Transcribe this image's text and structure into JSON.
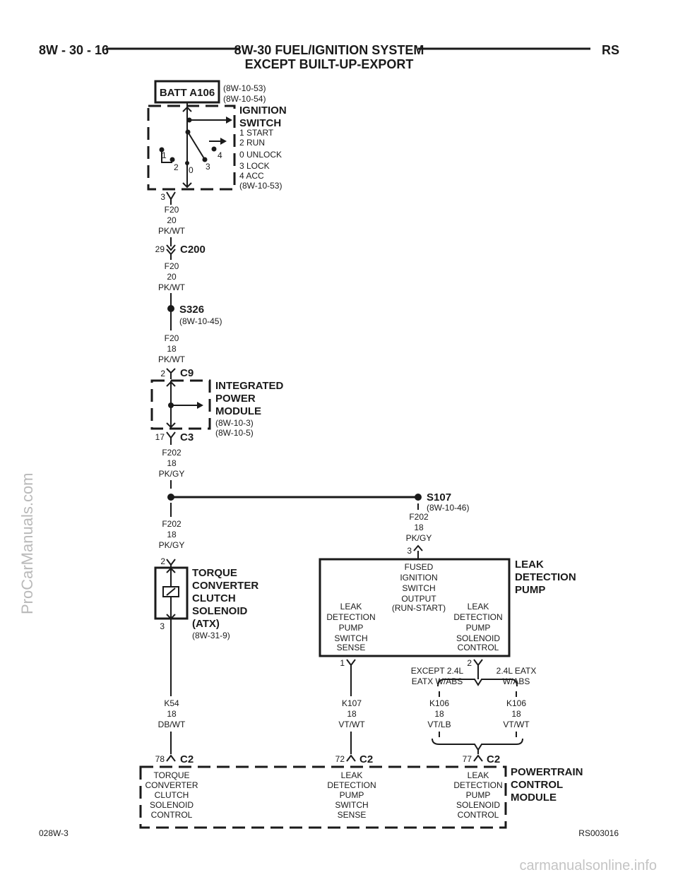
{
  "header": {
    "page_number": "8W - 30 - 16",
    "title_line1": "8W-30 FUEL/IGNITION SYSTEM",
    "title_line2": "EXCEPT BUILT-UP-EXPORT",
    "model_code": "RS"
  },
  "ignition": {
    "batt_label": "BATT A106",
    "batt_refs": [
      "(8W-10-53)",
      "(8W-10-54)"
    ],
    "switch_name": [
      "IGNITION",
      "SWITCH"
    ],
    "positions": [
      "1 START",
      "2 RUN",
      "0 UNLOCK",
      "3 LOCK",
      "4 ACC"
    ],
    "ref": "(8W-10-53)",
    "contact_numbers": [
      "1",
      "2",
      "0",
      "3",
      "4"
    ],
    "output_pin": "3"
  },
  "wire_f20_a": {
    "circuit": "F20",
    "gauge": "20",
    "color": "PK/WT"
  },
  "c200": {
    "pin": "29",
    "name": "C200"
  },
  "wire_f20_b": {
    "circuit": "F20",
    "gauge": "20",
    "color": "PK/WT"
  },
  "s326": {
    "name": "S326",
    "ref": "(8W-10-45)"
  },
  "wire_f20_c": {
    "circuit": "F20",
    "gauge": "18",
    "color": "PK/WT"
  },
  "ipm": {
    "input_pin": "2",
    "input_connector": "C9",
    "name": [
      "INTEGRATED",
      "POWER",
      "MODULE"
    ],
    "refs": [
      "(8W-10-3)",
      "(8W-10-5)"
    ],
    "output_pin": "17",
    "output_connector": "C3"
  },
  "wire_f202_a": {
    "circuit": "F202",
    "gauge": "18",
    "color": "PK/GY"
  },
  "s107": {
    "name": "S107",
    "ref": "(8W-10-46)"
  },
  "wire_f202_b": {
    "circuit": "F202",
    "gauge": "18",
    "color": "PK/GY"
  },
  "wire_f202_c": {
    "circuit": "F202",
    "gauge": "18",
    "color": "PK/GY"
  },
  "tcc": {
    "pin_top": "2",
    "pin_bottom": "3",
    "name": [
      "TORQUE",
      "CONVERTER",
      "CLUTCH",
      "SOLENOID",
      "(ATX)"
    ],
    "ref": "(8W-31-9)"
  },
  "ldp": {
    "input_pin": "3",
    "name": [
      "LEAK",
      "DETECTION",
      "PUMP"
    ],
    "fused_output": [
      "FUSED",
      "IGNITION",
      "SWITCH",
      "OUTPUT",
      "(RUN-START)"
    ],
    "switch_sense": [
      "LEAK",
      "DETECTION",
      "PUMP",
      "SWITCH",
      "SENSE"
    ],
    "solenoid_control": [
      "LEAK",
      "DETECTION",
      "PUMP",
      "SOLENOID",
      "CONTROL"
    ],
    "pin_sense": "1",
    "pin_solenoid": "2",
    "option_left": [
      "EXCEPT 2.4L",
      "EATX W/ABS"
    ],
    "option_right": [
      "2.4L EATX",
      "W/ABS"
    ]
  },
  "wire_k54": {
    "circuit": "K54",
    "gauge": "18",
    "color": "DB/WT"
  },
  "wire_k107": {
    "circuit": "K107",
    "gauge": "18",
    "color": "VT/WT"
  },
  "wire_k106_a": {
    "circuit": "K106",
    "gauge": "18",
    "color": "VT/LB"
  },
  "wire_k106_b": {
    "circuit": "K106",
    "gauge": "18",
    "color": "VT/WT"
  },
  "pcm": {
    "pin_tcc": "78",
    "pin_sense": "72",
    "pin_solenoid": "77",
    "connector": "C2",
    "name": [
      "POWERTRAIN",
      "CONTROL",
      "MODULE"
    ],
    "func_tcc": [
      "TORQUE",
      "CONVERTER",
      "CLUTCH",
      "SOLENOID",
      "CONTROL"
    ],
    "func_sense": [
      "LEAK",
      "DETECTION",
      "PUMP",
      "SWITCH",
      "SENSE"
    ],
    "func_solenoid": [
      "LEAK",
      "DETECTION",
      "PUMP",
      "SOLENOID",
      "CONTROL"
    ]
  },
  "footer": {
    "left_code": "028W-3",
    "right_code": "RS003016"
  },
  "watermarks": {
    "side": "ProCarManuals.com",
    "bottom": "carmanualsonline.info"
  }
}
